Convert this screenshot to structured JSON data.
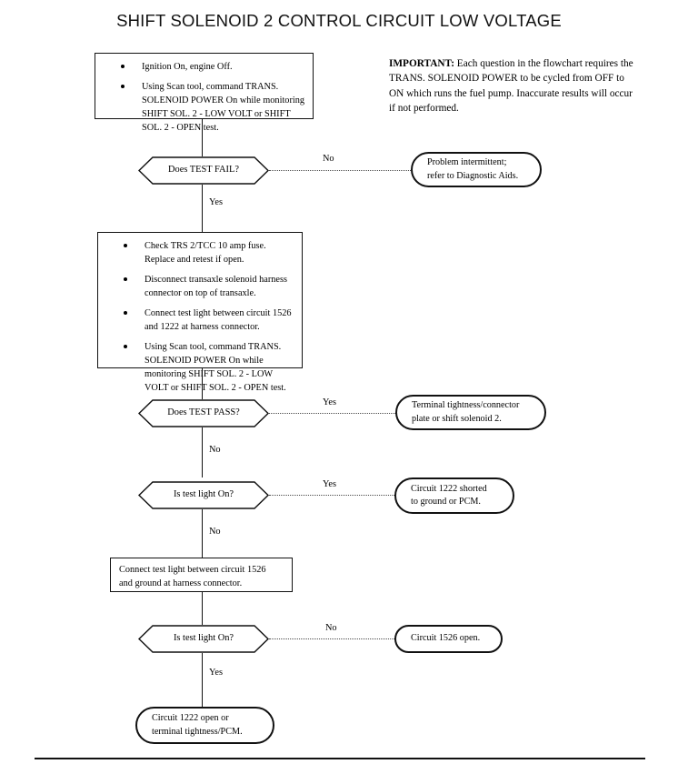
{
  "document": {
    "title": "SHIFT SOLENOID 2 CONTROL CIRCUIT LOW VOLTAGE"
  },
  "note": {
    "lead": "IMPORTANT:",
    "body": " Each question in the flowchart requires the TRANS. SOLENOID POWER to be cycled from OFF to ON which runs the fuel pump. Inaccurate results will occur if not performed."
  },
  "flow": {
    "step1": {
      "bullets": [
        "Ignition On, engine Off.",
        "Using Scan tool, command TRANS. SOLENOID POWER On while monitoring SHIFT SOL. 2 - LOW VOLT or SHIFT SOL. 2 - OPEN test."
      ]
    },
    "decision1": {
      "label": "Does TEST FAIL?",
      "no_label": "No",
      "yes_label": "Yes"
    },
    "result1": {
      "lines": [
        "Problem intermittent;",
        "refer to Diagnostic Aids."
      ]
    },
    "step2": {
      "bullets": [
        "Check TRS 2/TCC 10 amp fuse. Replace and retest if open.",
        "Disconnect transaxle solenoid harness connector on top of transaxle.",
        "Connect test light between circuit 1526 and 1222 at harness connector.",
        "Using Scan tool, command TRANS. SOLENOID POWER On while monitoring SHIFT SOL. 2 - LOW VOLT or SHIFT SOL. 2 - OPEN test."
      ]
    },
    "decision2": {
      "label": "Does TEST PASS?",
      "yes_label": "Yes",
      "no_label": "No"
    },
    "result2": {
      "lines": [
        "Terminal tightness/connector",
        "plate or shift solenoid 2."
      ]
    },
    "decision3": {
      "label": "Is test light On?",
      "yes_label": "Yes",
      "no_label": "No"
    },
    "result3": {
      "lines": [
        "Circuit 1222 shorted",
        "to ground or PCM."
      ]
    },
    "step3": {
      "lines": [
        "Connect test light between circuit 1526",
        "and ground at harness connector."
      ]
    },
    "decision4": {
      "label": "Is test light On?",
      "no_label": "No",
      "yes_label": "Yes"
    },
    "result4": {
      "lines": [
        "Circuit 1526 open."
      ]
    },
    "result5": {
      "lines": [
        "Circuit 1222 open or",
        "terminal tightness/PCM."
      ]
    }
  },
  "colors": {
    "ink": "#111111",
    "paper": "#ffffff",
    "dotted": "#4a4a4a"
  }
}
